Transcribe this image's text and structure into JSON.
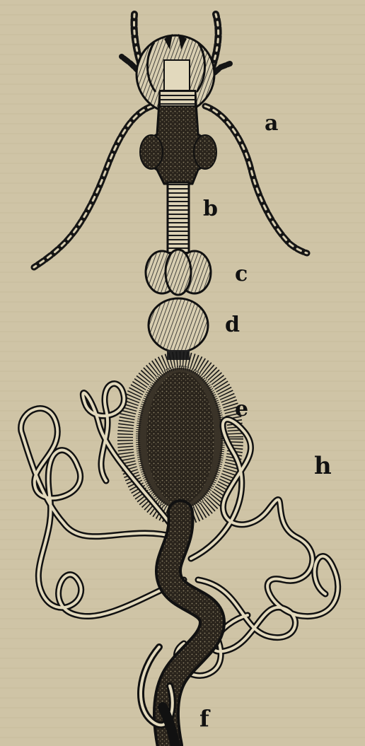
{
  "figure": {
    "background_color": "#cfc4a6",
    "ink_color": "#111111",
    "labels": {
      "a": "a",
      "b": "b",
      "c": "c",
      "d": "d",
      "e": "e",
      "f": "f",
      "h": "h"
    }
  }
}
